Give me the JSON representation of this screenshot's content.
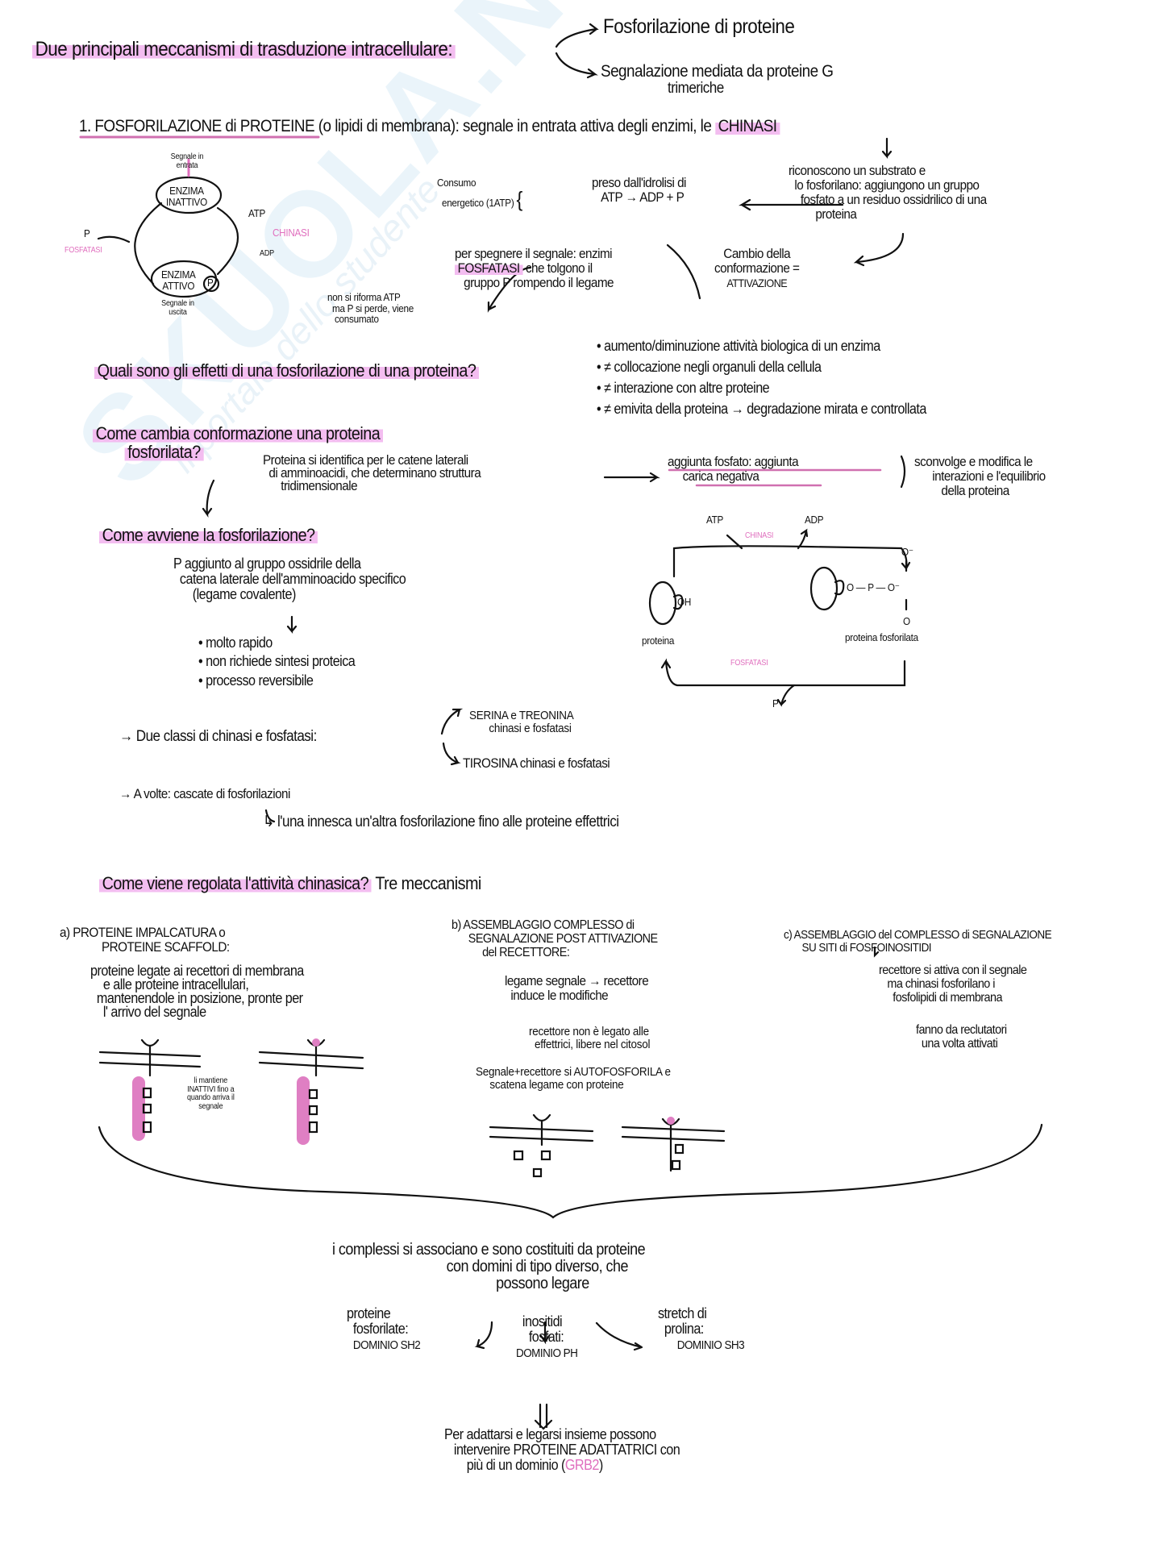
{
  "watermark": {
    "brand": "Skuola.net",
    "tagline": "il portale dello studente"
  },
  "header": {
    "title": "Due principali meccanismi di trasduzione intracellulare:",
    "branch_1": "Fosforilazione di proteine",
    "branch_2_line1": "Segnalazione mediata da proteine G",
    "branch_2_line2": "trimeriche"
  },
  "section1": {
    "heading_underlined": "1. FOSFORILAZIONE di PROTEINE",
    "heading_rest": "(o lipidi di membrana): segnale in entrata attiva degli enzimi, le",
    "chinasi": "CHINASI",
    "cycle": {
      "signal_in": "Segnale in entrata",
      "inactive": [
        "ENZIMA",
        "INATTIVO"
      ],
      "active": [
        "ENZIMA",
        "ATTIVO"
      ],
      "p_badge": "P",
      "atp": "ATP",
      "adp": "ADP",
      "chinasi": "CHINASI",
      "fosfatasi": "FOSFATASI",
      "p_out": "P",
      "signal_out": "Segnale in uscita"
    },
    "consumo": [
      "Consumo",
      "energetico (1ATP)"
    ],
    "idrolisi": [
      "preso dall'idrolisi di",
      "ATP → ADP + P"
    ],
    "riconoscono": [
      "riconoscono un substrato e",
      "lo fosforilano: aggiungono un gruppo",
      "fosfato a un residuo ossidrilico di una",
      "proteina"
    ],
    "cambio": [
      "Cambio della",
      "conformazione =",
      "ATTIVAZIONE"
    ],
    "spegnere": [
      "per spegnere il segnale: enzimi",
      "FOSFATASI",
      "che tolgono il",
      "gruppo P rompendo il legame"
    ],
    "non_riforma": [
      "non si riforma ATP",
      "ma P si perde, viene",
      "consumato"
    ]
  },
  "effetti": {
    "question": "Quali sono gli effetti di una fosforilazione di una proteina?",
    "items": [
      "aumento/diminuzione attività biologica di un enzima",
      "≠ collocazione negli organuli della cellula",
      "≠ interazione con altre proteine",
      "≠ emivita della proteina → degradazione mirata e controllata"
    ]
  },
  "conformazione": {
    "question": [
      "Come cambia conformazione una proteina",
      "fosforilata?"
    ],
    "text": [
      "Proteina si identifica per le catene laterali",
      "di amminoacidi, che determinano struttura",
      "tridimensionale"
    ],
    "aggiunta": [
      "aggiunta fosfato: aggiunta",
      "carica negativa"
    ],
    "effect": [
      "sconvolge e modifica le",
      "interazioni e l'equilibrio",
      "della proteina"
    ]
  },
  "avviene": {
    "question": "Come avviene la fosforilazione?",
    "text": [
      "P aggiunto al gruppo ossidrile della",
      "catena laterale dell'amminoacido specifico",
      "(legame covalente)"
    ],
    "bullets": [
      "molto rapido",
      "non richiede sintesi proteica",
      "processo reversibile"
    ],
    "reaction": {
      "atp": "ATP",
      "adp": "ADP",
      "chinasi": "CHINASI",
      "fosfatasi": "FOSFATASI",
      "oh": "OH",
      "proteina": "proteina",
      "proteina_fosf": "proteina fosforilata",
      "phosphate": "O — P — O⁻",
      "o_top": "O⁻",
      "o_bottom": "O",
      "p_out": "P"
    }
  },
  "classi": {
    "label": "→ Due classi di chinasi e fosfatasi:",
    "a": [
      "SERINA e TREONINA",
      "chinasi e fosfatasi"
    ],
    "b": "TIROSINA chinasi e fosfatasi",
    "cascate": "→ A volte: cascate di fosforilazioni",
    "cascate_sub": "↳ l'una innesca un'altra fosforilazione fino alle proteine effettrici"
  },
  "regolata": {
    "question": "Come viene regolata l'attività chinasica?",
    "answer": "Tre meccanismi",
    "a": {
      "title": [
        "a) PROTEINE IMPALCATURA o",
        "PROTEINE SCAFFOLD:"
      ],
      "text": [
        "proteine legate ai recettori di membrana",
        "e alle proteine intracellulari,",
        "mantenendole in posizione, pronte per",
        "l' arrivo del segnale"
      ],
      "note": [
        "li mantiene",
        "INATTIVI fino a",
        "quando arriva il",
        "segnale"
      ]
    },
    "b": {
      "title": [
        "b) ASSEMBLAGGIO COMPLESSO di",
        "SEGNALAZIONE POST ATTIVAZIONE",
        "del RECETTORE:"
      ],
      "text1": [
        "legame segnale → recettore",
        "induce le modifiche"
      ],
      "text2": [
        "recettore non è legato alle",
        "effettrici, libere nel citosol"
      ],
      "text3": [
        "Segnale+recettore si AUTOFOSFORILA e",
        "scatena legame con proteine"
      ]
    },
    "c": {
      "title": [
        "c) ASSEMBLAGGIO del COMPLESSO di SEGNALAZIONE",
        "SU SITI di FOSFOINOSITIDI"
      ],
      "text1": [
        "recettore si attiva con il segnale",
        "ma chinasi fosforilano i",
        "fosfolipidi di membrana"
      ],
      "text2": [
        "fanno da reclutatori",
        "una volta attivati"
      ]
    }
  },
  "complessi": {
    "text": [
      "i complessi si associano e sono costituiti da proteine",
      "con domini di tipo diverso, che",
      "possono legare"
    ],
    "left": [
      "proteine",
      "fosforilate:",
      "DOMINIO SH2"
    ],
    "middle": [
      "inositidi",
      "fosfati:",
      "DOMINIO PH"
    ],
    "right": [
      "stretch di",
      "prolina:",
      "DOMINIO SH3"
    ],
    "final": [
      "Per adattarsi e legarsi insieme possono",
      "intervenire PROTEINE ADATTATRICI con",
      "più di un dominio"
    ],
    "example": "GRB2"
  },
  "colors": {
    "highlight": "#f3bdf0",
    "accent_text": "#e06fbe",
    "ink": "#111111",
    "watermark": "#d9ecf6"
  }
}
